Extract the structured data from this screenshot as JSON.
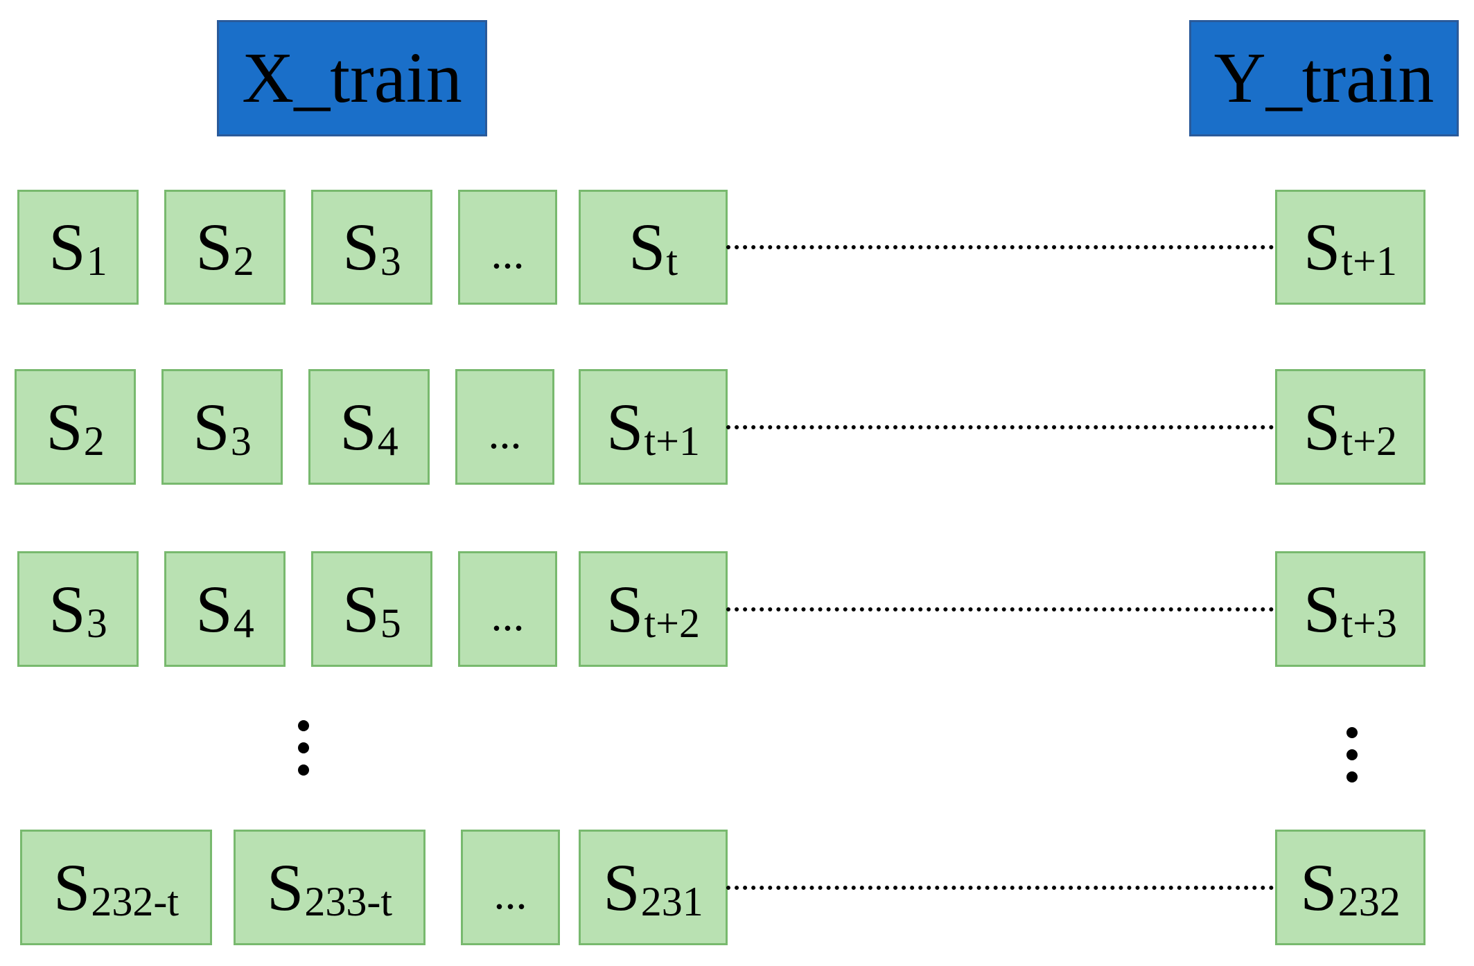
{
  "headers": {
    "x_train": "X_train",
    "y_train": "Y_train"
  },
  "colors": {
    "header_fill": "#1a6fc9",
    "header_border": "#2a5a9a",
    "cell_fill": "#b9e1b2",
    "cell_border": "#78b96e",
    "text": "#000000"
  },
  "rows": [
    {
      "inputs": [
        {
          "base": "S",
          "sub": "1"
        },
        {
          "base": "S",
          "sub": "2"
        },
        {
          "base": "S",
          "sub": "3"
        },
        {
          "base": "...",
          "sub": ""
        },
        {
          "base": "S",
          "sub": "t"
        }
      ],
      "target": {
        "base": "S",
        "sub": "t+1"
      }
    },
    {
      "inputs": [
        {
          "base": "S",
          "sub": "2"
        },
        {
          "base": "S",
          "sub": "3"
        },
        {
          "base": "S",
          "sub": "4"
        },
        {
          "base": "...",
          "sub": ""
        },
        {
          "base": "S",
          "sub": "t+1"
        }
      ],
      "target": {
        "base": "S",
        "sub": "t+2"
      }
    },
    {
      "inputs": [
        {
          "base": "S",
          "sub": "3"
        },
        {
          "base": "S",
          "sub": "4"
        },
        {
          "base": "S",
          "sub": "5"
        },
        {
          "base": "...",
          "sub": ""
        },
        {
          "base": "S",
          "sub": "t+2"
        }
      ],
      "target": {
        "base": "S",
        "sub": "t+3"
      }
    },
    {
      "inputs": [
        {
          "base": "S",
          "sub": "232-t"
        },
        {
          "base": "S",
          "sub": "233-t"
        },
        {
          "base": "...",
          "sub": ""
        },
        {
          "base": "S",
          "sub": "231"
        }
      ],
      "target": {
        "base": "S",
        "sub": "232"
      }
    }
  ]
}
